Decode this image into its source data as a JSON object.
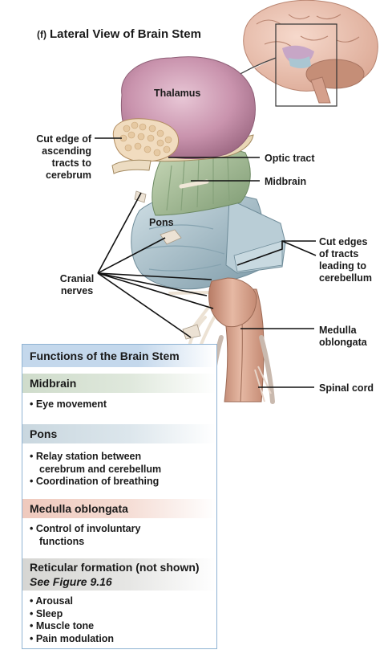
{
  "title": {
    "letter": "(f)",
    "text": "Lateral View of Brain Stem"
  },
  "labels": {
    "thalamus": "Thalamus",
    "cut_edge": [
      "Cut edge of",
      "ascending",
      "tracts to",
      "cerebrum"
    ],
    "optic_tract": "Optic tract",
    "midbrain": "Midbrain",
    "pons": "Pons",
    "cut_edges_cerebellum": [
      "Cut edges",
      "of tracts",
      "leading to",
      "cerebellum"
    ],
    "cranial_nerves": [
      "Cranial",
      "nerves"
    ],
    "medulla": [
      "Medulla",
      "oblongata"
    ],
    "spinal_cord": "Spinal cord"
  },
  "panel": {
    "title": "Functions of the Brain Stem",
    "sections": [
      {
        "heading": "Midbrain",
        "items": [
          "• Eye movement"
        ]
      },
      {
        "heading": "Pons",
        "items": [
          "• Relay station between",
          "cerebrum and cerebellum",
          "• Coordination of breathing"
        ]
      },
      {
        "heading": "Medulla oblongata",
        "items": [
          "• Control of involuntary",
          "functions"
        ]
      },
      {
        "heading": "Reticular formation (not shown)",
        "subheading": "See Figure 9.16",
        "items": [
          "• Arousal",
          "• Sleep",
          "• Muscle tone",
          "• Pain modulation"
        ]
      }
    ]
  },
  "colors": {
    "thalamus": "#c993ad",
    "midbrain": "#9fb890",
    "pons": "#a9c2cd",
    "medulla": "#d8a48e",
    "cut_surface": "#f1dcbf",
    "panel_border": "#8fb3d3",
    "panel_title_bg": "#c4d8ec"
  }
}
